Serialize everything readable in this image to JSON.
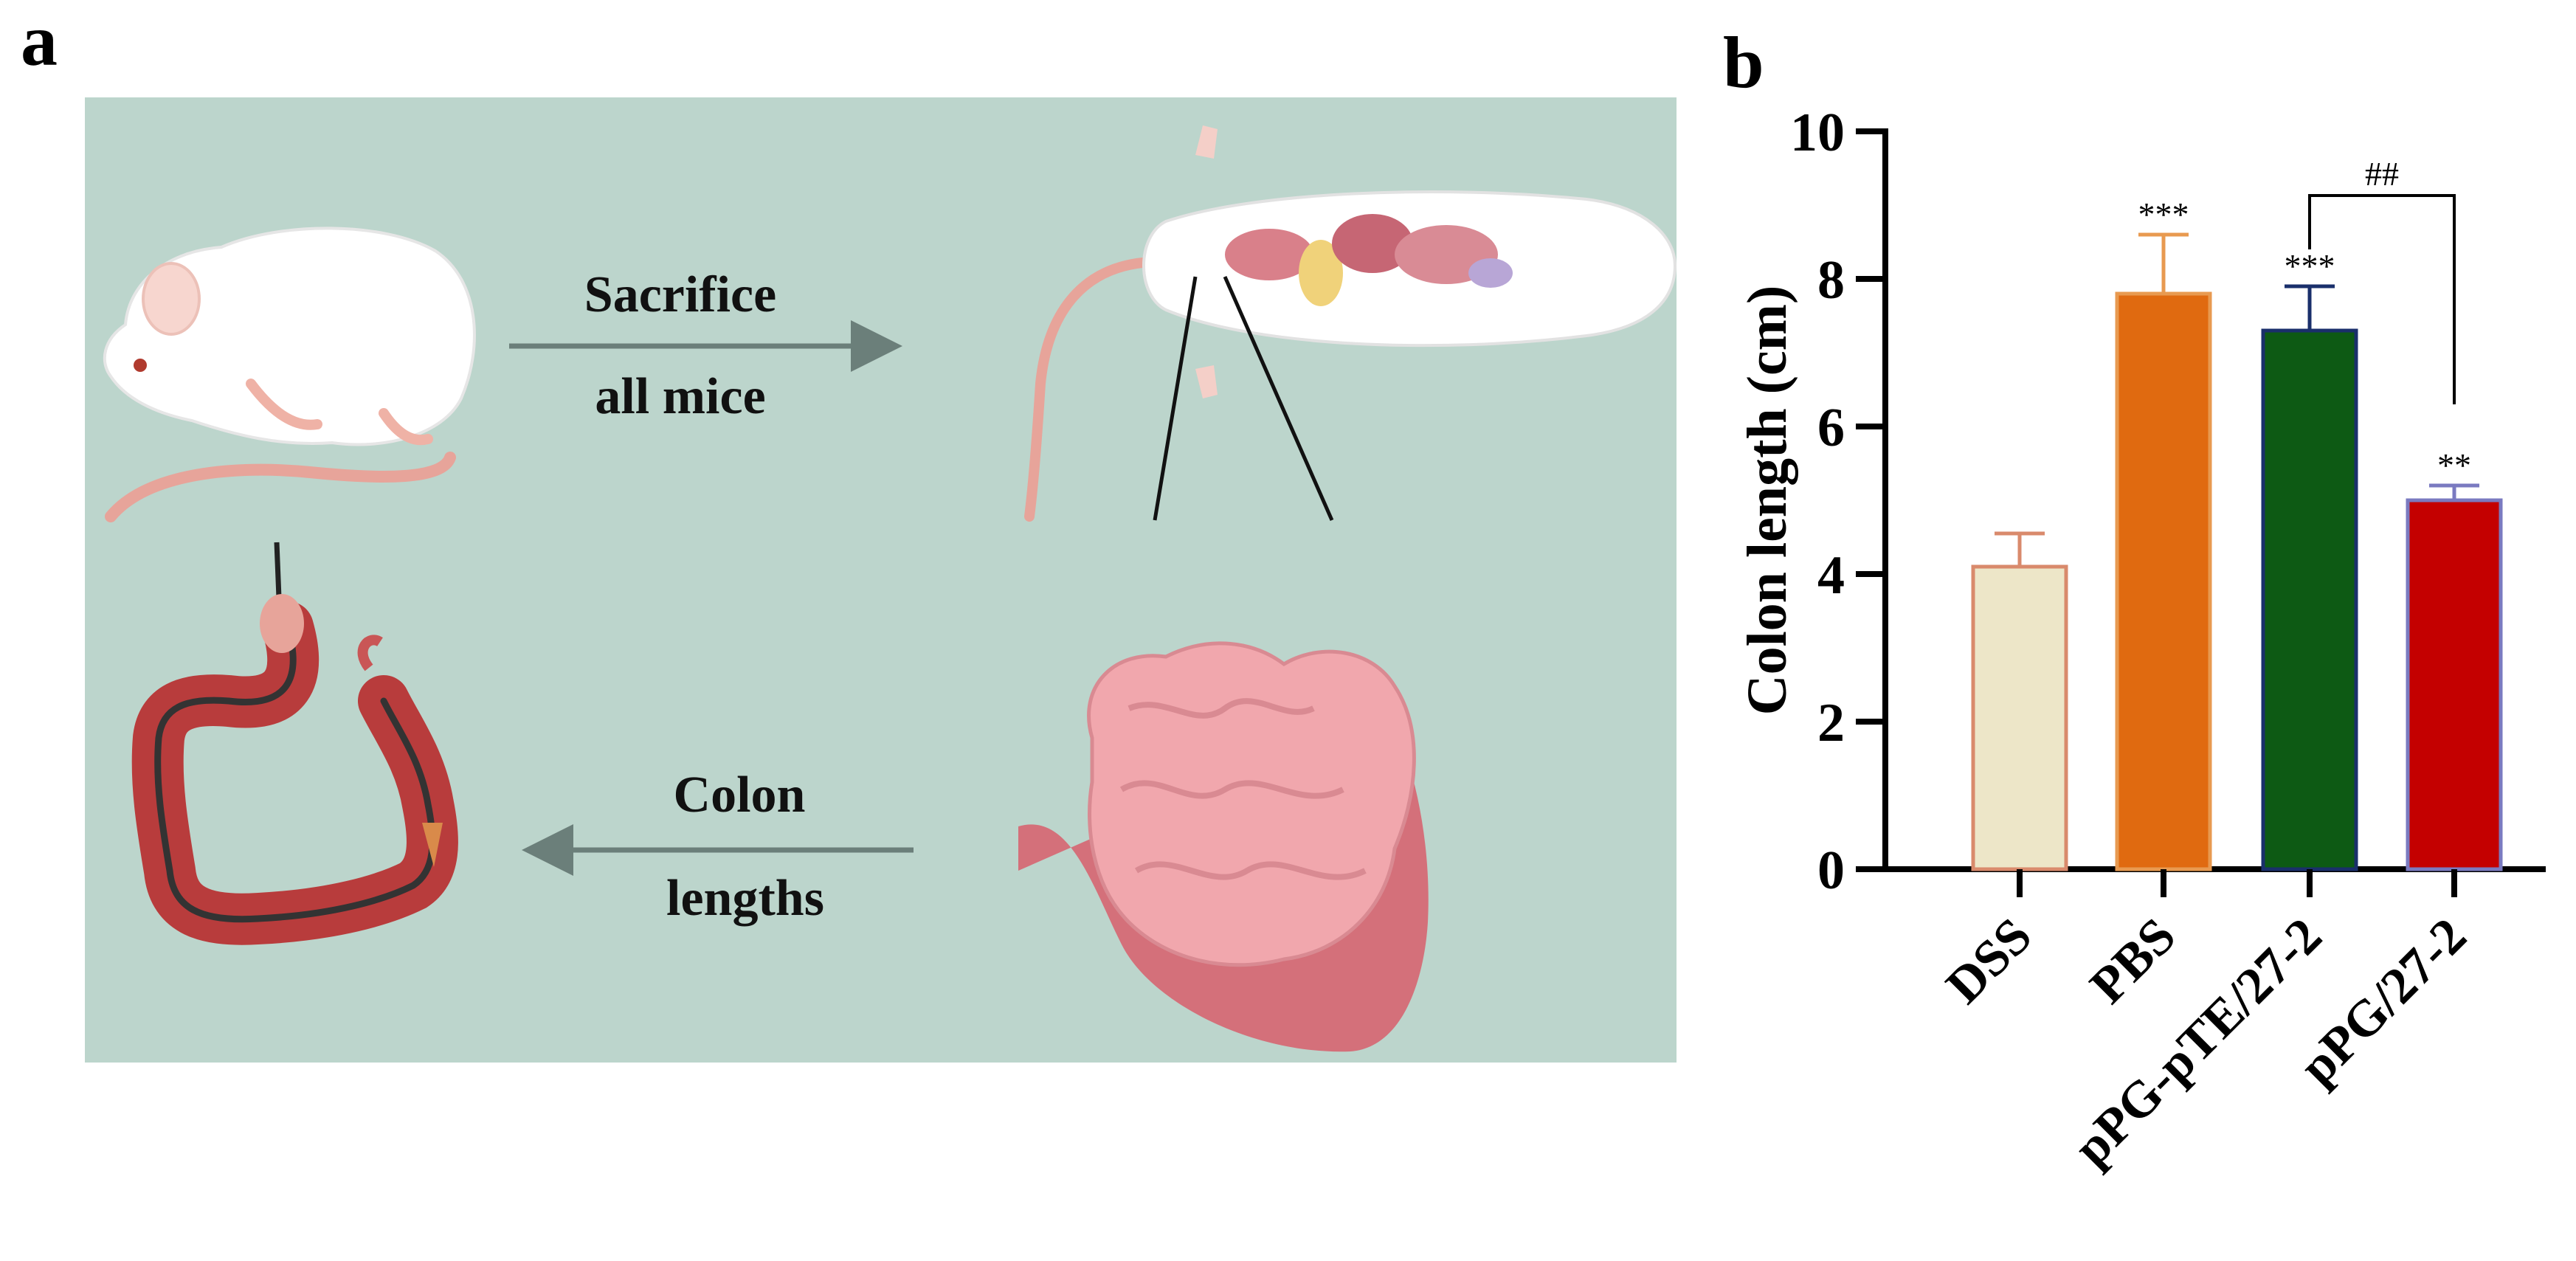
{
  "panel_a": {
    "letter": "a",
    "step1_line1": "Sacrifice",
    "step1_line2": "all mice",
    "step2_line1": "Colon",
    "step2_line2": "lengths",
    "colors": {
      "background": "#bcd5cc",
      "arrow": "#6b7f7a"
    }
  },
  "panel_b": {
    "letter": "b"
  },
  "chart_data": {
    "type": "bar",
    "title": "",
    "xlabel": "",
    "ylabel": "Colon length (cm)",
    "ylim": [
      0,
      10
    ],
    "yticks": [
      "0",
      "2",
      "4",
      "6",
      "8",
      "10"
    ],
    "categories": [
      "DSS",
      "PBS",
      "pPG-pTE/27-2",
      "pPG/27-2"
    ],
    "values": [
      4.1,
      7.8,
      7.3,
      5.0
    ],
    "errors": [
      0.45,
      0.8,
      0.6,
      0.2
    ],
    "significance": [
      "",
      "***",
      "***",
      "**"
    ],
    "comparison": {
      "from": "pPG-pTE/27-2",
      "to": "pPG/27-2",
      "label": "##"
    },
    "grid": false,
    "legend": "none",
    "colors": {
      "fill": [
        "#ede6c8",
        "#e06a10",
        "#0d5a14",
        "#c40000"
      ],
      "stroke": [
        "#d98a6c",
        "#e89a50",
        "#1a2f6b",
        "#7a7ac0"
      ]
    }
  }
}
